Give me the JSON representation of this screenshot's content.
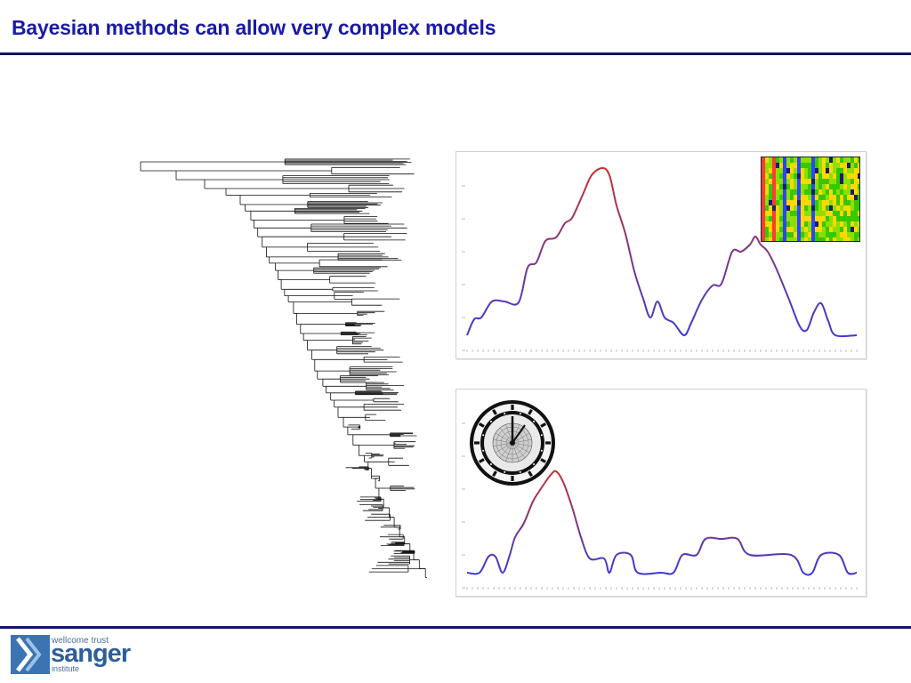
{
  "slide": {
    "title": "Bayesian methods can allow very complex models",
    "title_color": "#1a1aa6",
    "rule_color": "#13136e"
  },
  "figures": {
    "tree": {
      "icon": "phylogenetic-tree"
    },
    "top_panel": {
      "inset_icon": "sequence-alignment-image"
    },
    "bottom_panel": {
      "inset_icon": "clock-face-image"
    },
    "curve_colors": {
      "low": "#3a3ad8",
      "high": "#c8302e"
    }
  },
  "logo": {
    "line1": "wellcome trust",
    "line2": "sanger",
    "line3": "institute",
    "color": "#2e5e9c"
  }
}
